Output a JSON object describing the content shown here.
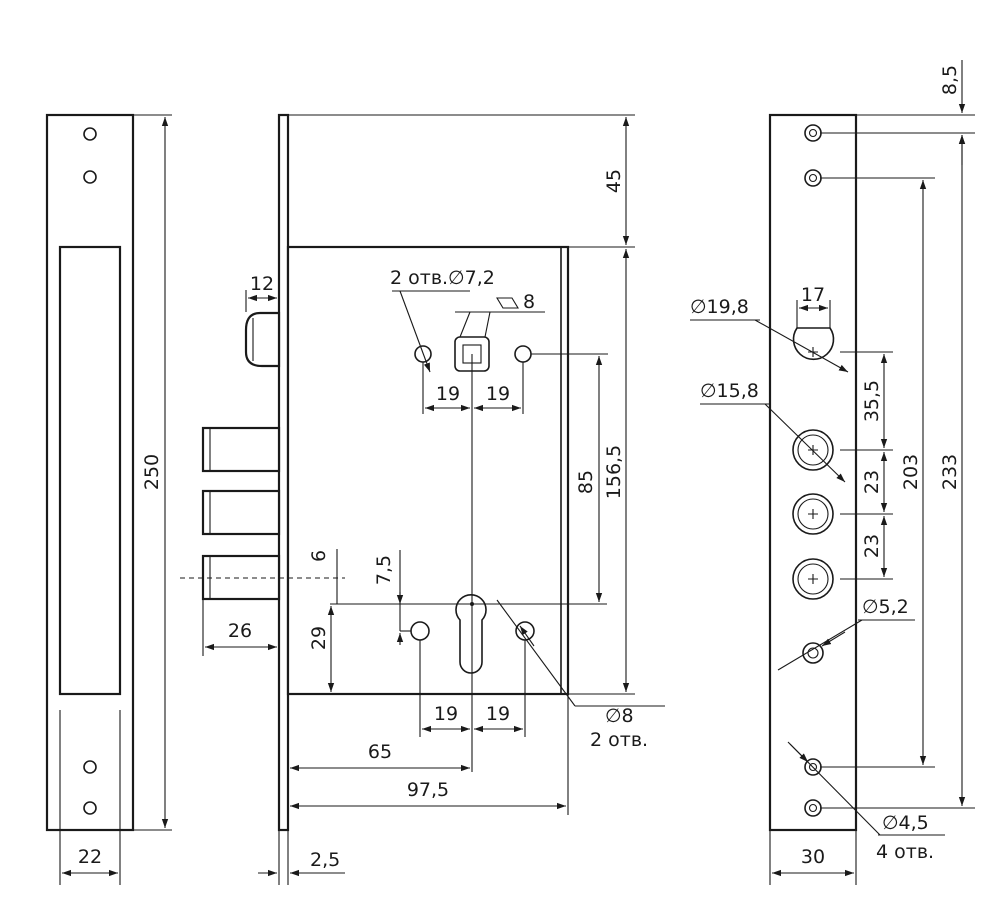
{
  "colors": {
    "line": "#1a1a1a",
    "background": "#ffffff"
  },
  "left_view": {
    "height_label": "250",
    "width_label": "22"
  },
  "middle_view": {
    "top_offset_label": "45",
    "latch_width_label": "12",
    "spindle_holes_label": "2 отв.∅7,2",
    "square_label": "8",
    "spindle_spacing_left": "19",
    "spindle_spacing_right": "19",
    "backset_height_label": "85",
    "height_156_label": "156,5",
    "small_6_label": "6",
    "small_75_label": "7,5",
    "bolt_length_label": "26",
    "cyl_29_label": "29",
    "cyl_spacing_left": "19",
    "cyl_spacing_right": "19",
    "cyl_holes_dia_label": "∅8",
    "cyl_holes_count_label": "2 отв.",
    "backset_label": "65",
    "depth_label": "97,5",
    "plate_thickness_label": "2,5"
  },
  "right_view": {
    "top_offset_label": "8,5",
    "dia_198_label": "∅19,8",
    "width_17_label": "17",
    "dia_158_label": "∅15,8",
    "dim_355_label": "35,5",
    "dim_23a_label": "23",
    "dim_23b_label": "23",
    "dim_203_label": "203",
    "dim_233_label": "233",
    "dia_52_label": "∅5,2",
    "dia_45_label": "∅4,5",
    "holes_count_label": "4 отв.",
    "width_label": "30"
  }
}
